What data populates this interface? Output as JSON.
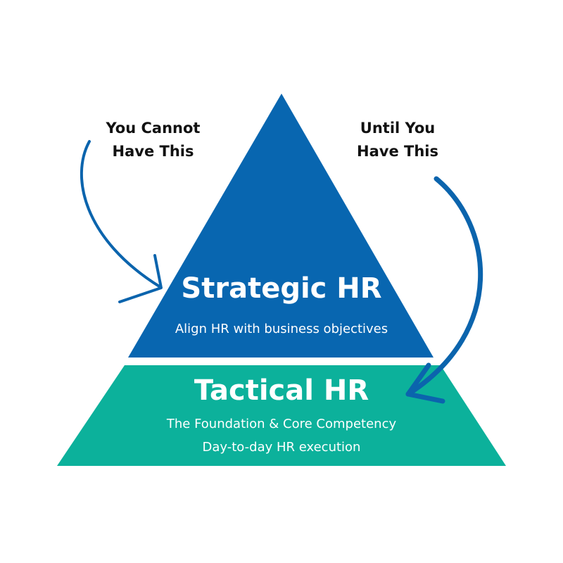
{
  "colors": {
    "strategic": "#0866B0",
    "tactical": "#0CB19B",
    "arrow": "#0B64AD",
    "callout_text": "#111111",
    "tier_text": "#FFFFFF",
    "background": "#FFFFFF"
  },
  "callouts": {
    "left": {
      "line1": "You Cannot",
      "line2": "Have This"
    },
    "right": {
      "line1": "Until You",
      "line2": "Have This"
    }
  },
  "tiers": {
    "strategic": {
      "title": "Strategic HR",
      "subtitle": "Align HR with business objectives"
    },
    "tactical": {
      "title": "Tactical HR",
      "line1": "The Foundation & Core Competency",
      "line2": "Day-to-day HR execution"
    }
  },
  "arrows": [
    {
      "name": "left-arrow",
      "icon": "curved-arrow-right"
    },
    {
      "name": "right-arrow",
      "icon": "curved-arrow-down-left"
    }
  ]
}
